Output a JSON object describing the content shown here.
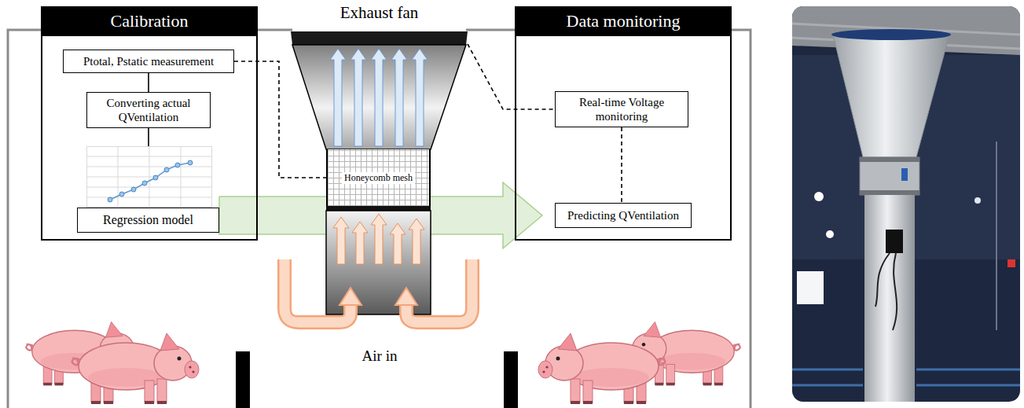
{
  "diagram": {
    "nodes": [
      {
        "text": [
          "Calibration"
        ]
      },
      {
        "text": [
          "Ptotal, Pstatic measurement"
        ],
        "in": 0
      },
      {
        "text": [
          "Converting actual QVentilation"
        ],
        "in": 0
      },
      {
        "text": [
          "Regression model"
        ],
        "in": 0
      },
      {
        "text": [
          "Exhaust fan"
        ]
      },
      {
        "text": [
          "Honeycomb mesh"
        ],
        "in": 4
      },
      {
        "text": [
          "Data monitoring"
        ]
      },
      {
        "text": [
          "Real-time Voltage monitoring"
        ],
        "in": 6
      },
      {
        "text": [
          "Predicting QVentilation"
        ],
        "in": 6
      }
    ],
    "edges": [
      {
        "from": 1,
        "to": 2,
        "arrow": "none"
      },
      {
        "from": 2,
        "to": 3,
        "arrow": "none"
      },
      {
        "from": 1,
        "to": 5,
        "arrow": "none"
      },
      {
        "from": 4,
        "to": 7,
        "arrow": "none"
      },
      {
        "from": 7,
        "to": 8,
        "arrow": "none"
      },
      {
        "from": 3,
        "to": 8,
        "arrow": "to"
      }
    ],
    "labels": [
      "Air in"
    ]
  }
}
